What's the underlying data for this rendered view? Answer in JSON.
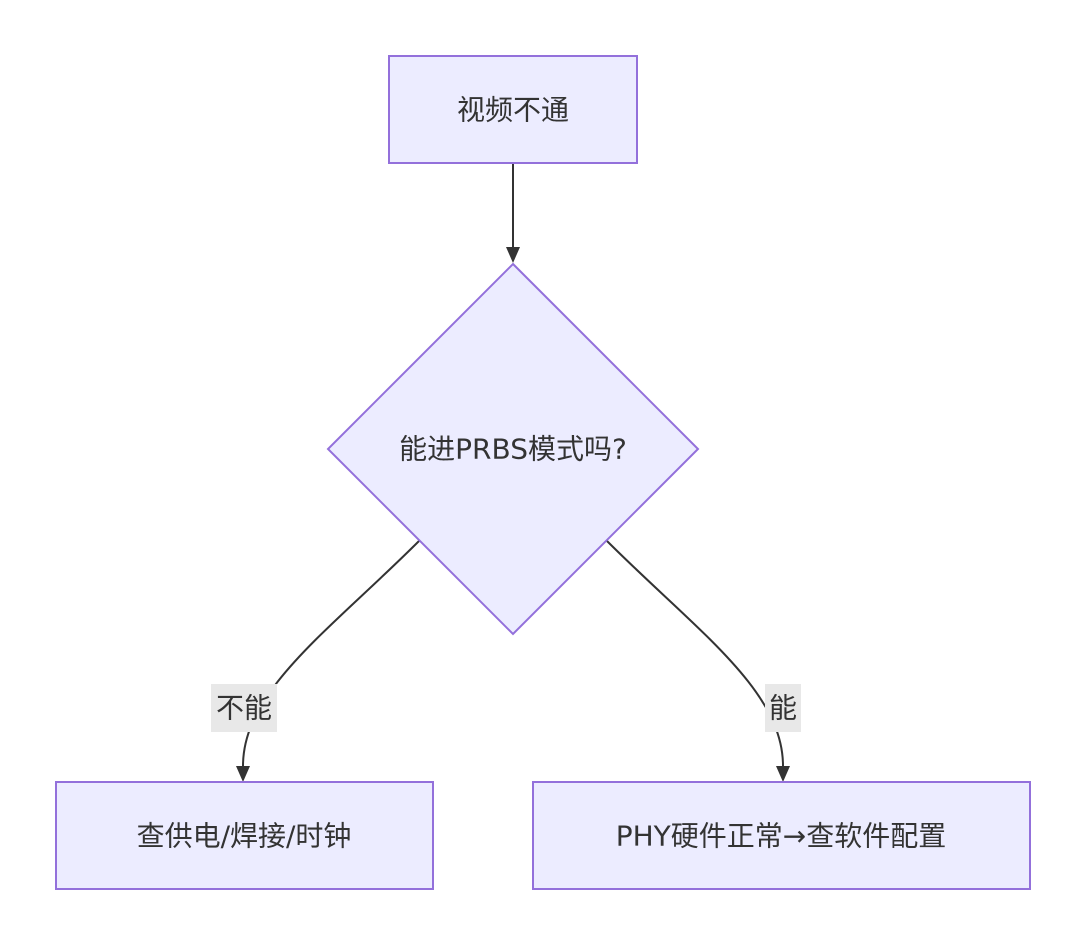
{
  "nodes": {
    "start": {
      "label": "视频不通",
      "shape": "rectangle"
    },
    "decision": {
      "label": "能进PRBS模式吗?",
      "shape": "diamond"
    },
    "left_result": {
      "label": "查供电/焊接/时钟",
      "shape": "rectangle"
    },
    "right_result": {
      "label": "PHY硬件正常→查软件配置",
      "shape": "rectangle"
    }
  },
  "edges": [
    {
      "from": "start",
      "to": "decision",
      "label": ""
    },
    {
      "from": "decision",
      "to": "left_result",
      "label": "不能"
    },
    {
      "from": "decision",
      "to": "right_result",
      "label": "能"
    }
  ],
  "colors": {
    "node_fill": "#ECECFF",
    "node_stroke": "#9370DB",
    "edge_stroke": "#333333",
    "label_bg": "#E8E8E8",
    "text": "#333333"
  }
}
